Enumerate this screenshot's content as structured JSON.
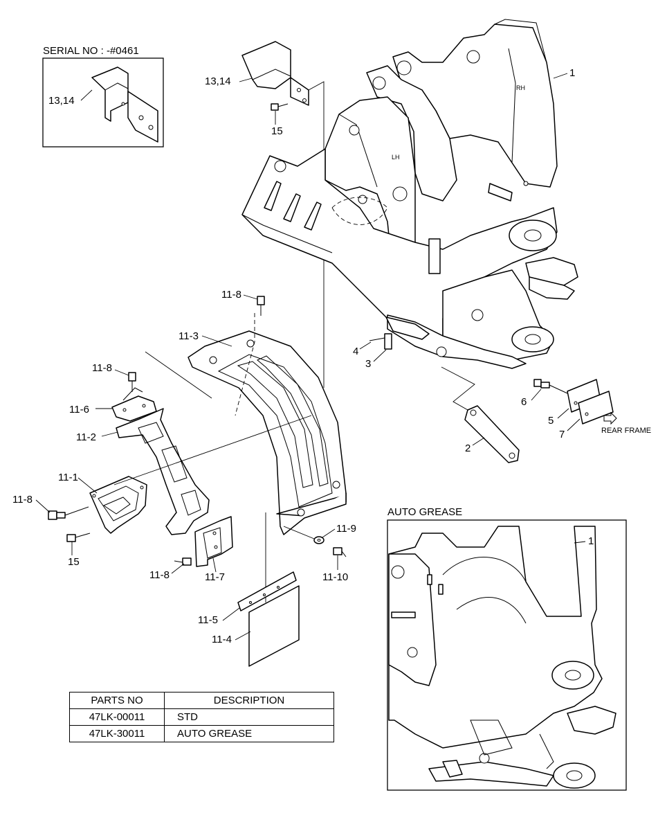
{
  "insets": {
    "serial": {
      "title": "SERIAL NO : -#0461",
      "callout": "13,14"
    },
    "auto_grease": {
      "title": "AUTO GREASE",
      "callout": "1"
    }
  },
  "callouts": {
    "c1": "1",
    "c2": "2",
    "c3": "3",
    "c4": "4",
    "c5": "5",
    "c6": "6",
    "c7": "7",
    "c13_14": "13,14",
    "c15_top": "15",
    "c15_bottom": "15",
    "c11_1": "11-1",
    "c11_2": "11-2",
    "c11_3": "11-3",
    "c11_4": "11-4",
    "c11_5": "11-5",
    "c11_6": "11-6",
    "c11_7": "11-7",
    "c11_8_top": "11-8",
    "c11_8_mid": "11-8",
    "c11_8_left": "11-8",
    "c11_8_bottom": "11-8",
    "c11_9": "11-9",
    "c11_10": "11-10"
  },
  "frame_marks": {
    "rh": "RH",
    "lh": "LH"
  },
  "direction_note": "REAR FRAME",
  "parts_table": {
    "headers": [
      "PARTS NO",
      "DESCRIPTION"
    ],
    "rows": [
      {
        "part_no": "47LK-00011",
        "description": "STD"
      },
      {
        "part_no": "47LK-30011",
        "description": "AUTO GREASE"
      }
    ]
  }
}
